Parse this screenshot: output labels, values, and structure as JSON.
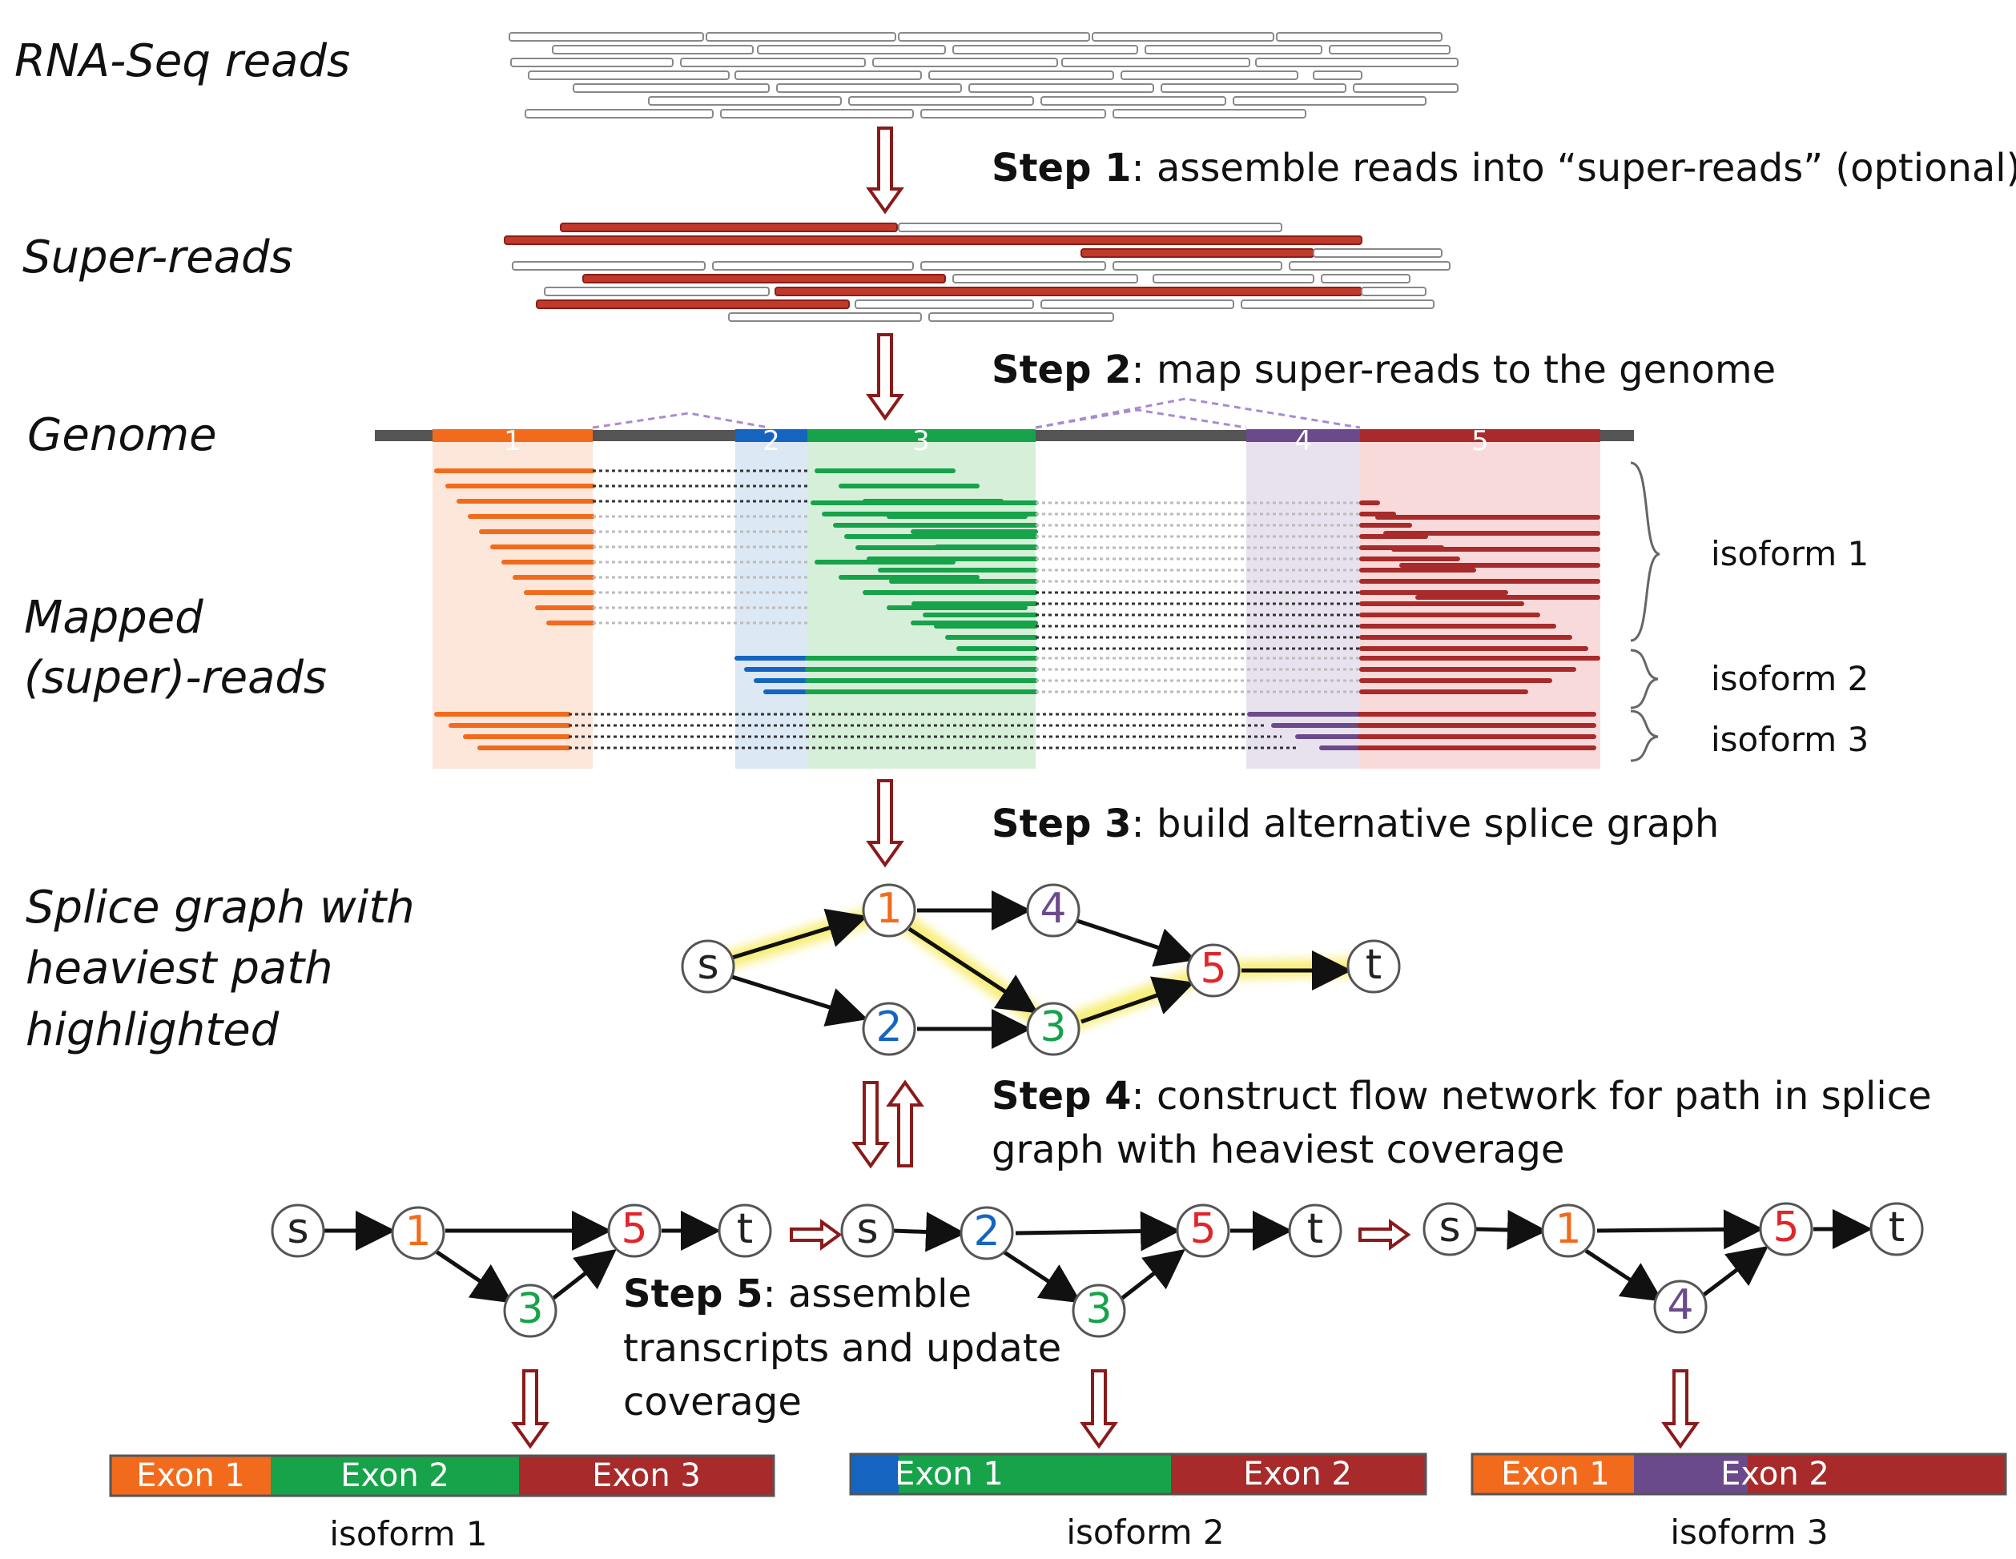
{
  "labels": {
    "rna_seq_reads": "RNA-Seq reads",
    "super_reads": "Super-reads",
    "genome": "Genome",
    "mapped_line1": "Mapped",
    "mapped_line2": "(super)-reads",
    "splice_line1": "Splice graph with",
    "splice_line2": "heaviest path",
    "splice_line3": "highlighted"
  },
  "steps": {
    "step1": {
      "bold": "Step 1",
      "text": ": assemble reads into “super-reads” (optional)"
    },
    "step2": {
      "bold": "Step 2",
      "text": ": map super-reads to the genome"
    },
    "step3": {
      "bold": "Step 3",
      "text": ": build alternative splice graph"
    },
    "step4": {
      "bold": "Step 4",
      "text": ": construct flow network for path in splice",
      "text_line2": "graph with heaviest coverage"
    },
    "step5": {
      "bold": "Step 5",
      "text": ":  assemble",
      "text_line2": "transcripts and update",
      "text_line3": "coverage"
    }
  },
  "genome_exons": [
    "1",
    "2",
    "3",
    "4",
    "5"
  ],
  "isoform_braces": [
    "isoform 1",
    "isoform 2",
    "isoform 3"
  ],
  "splice_graph": {
    "nodes": [
      "s",
      "1",
      "2",
      "3",
      "4",
      "5",
      "t"
    ]
  },
  "flow_networks": [
    {
      "nodes": [
        "s",
        "1",
        "3",
        "5",
        "t"
      ]
    },
    {
      "nodes": [
        "s",
        "2",
        "3",
        "5",
        "t"
      ]
    },
    {
      "nodes": [
        "s",
        "1",
        "4",
        "5",
        "t"
      ]
    }
  ],
  "transcripts": [
    {
      "exons": [
        "Exon 1",
        "Exon 2",
        "Exon 3"
      ],
      "label": "isoform 1"
    },
    {
      "exons": [
        "Exon 1",
        "Exon 2"
      ],
      "label": "isoform 2"
    },
    {
      "exons": [
        "Exon 1",
        "Exon 2"
      ],
      "label": "isoform 3"
    }
  ],
  "colors": {
    "exon1": "#f26b1d",
    "exon2": "#1565c0",
    "exon3": "#16a34a",
    "exon4": "#6b4a8c",
    "exon5": "#a82a2a",
    "super_read": "#c0392b",
    "arrow": "#8b1a1a",
    "highlight": "#f5e84a"
  }
}
